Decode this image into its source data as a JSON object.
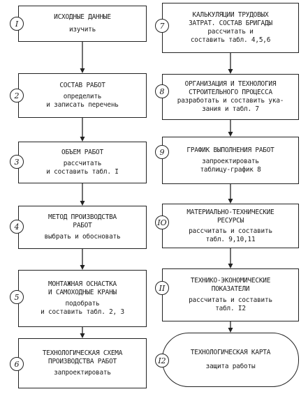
{
  "steps": [
    {
      "n": "1",
      "title": "ИСХОДНЫЕ ДАННЫЕ",
      "action": "изучить"
    },
    {
      "n": "2",
      "title": "СОСТАВ РАБОТ",
      "action": "определить",
      "action2": "и записать перечень"
    },
    {
      "n": "3",
      "title": "ОБЪЕМ РАБОТ",
      "action": "рассчитать",
      "action2": "и составить табл. I"
    },
    {
      "n": "4",
      "title": "МЕТОД ПРОИЗВОДСТВА",
      "title2": "РАБОТ",
      "action": "выбрать и  обосновать"
    },
    {
      "n": "5",
      "title": "МОНТАЖНАЯ ОСНАСТКА",
      "title2": "И САМОХОДНЫЕ КРАНЫ",
      "action": "подобрать",
      "action2": "и составить табл. 2, 3"
    },
    {
      "n": "6",
      "title": "ТЕХНОЛОГИЧЕСКАЯ СХЕМА",
      "title2": "ПРОИЗВОДСТВА РАБОТ",
      "action": "запроектировать"
    },
    {
      "n": "7",
      "title": "КАЛЬКУЛЯЦИИ ТРУДОВЫХ",
      "title2": "ЗАТРАТ. СОСТАВ БРИГАДЫ",
      "action": "рассчитать и",
      "action2": "составить табл. 4,5,6"
    },
    {
      "n": "8",
      "title": "ОРГАНИЗАЦИЯ И ТЕХНОЛОГИЯ",
      "title2": "СТРОИТЕЛЬНОГО ПРОЦЕССА",
      "action": "разработать и составить ука-",
      "action2": "зания и табл. 7"
    },
    {
      "n": "9",
      "title": "ГРАФИК ВЫПОЛНЕНИЯ РАБОТ",
      "action": "запроектировать",
      "action2": "таблицу-график  8"
    },
    {
      "n": "10",
      "title": "МАТЕРИАЛЬНО-ТЕХНИЧЕСКИЕ",
      "title2": "РЕСУРСЫ",
      "action": "рассчитать и составить",
      "action2": "табл. 9,10,11"
    },
    {
      "n": "11",
      "title": "ТЕХНИКО-ЭКОНОМИЧЕСКИЕ",
      "title2": "ПОКАЗАТЕЛИ",
      "action": "рассчитать и составить",
      "action2": "табл. I2"
    },
    {
      "n": "12",
      "title": "ТЕХНОЛОГИЧЕСКАЯ КАРТА",
      "action": "защита работы"
    }
  ],
  "numerals": [
    "I",
    "2",
    "3",
    "4",
    "5",
    "6",
    "7",
    "8",
    "9",
    "IO",
    "II",
    "I2"
  ]
}
